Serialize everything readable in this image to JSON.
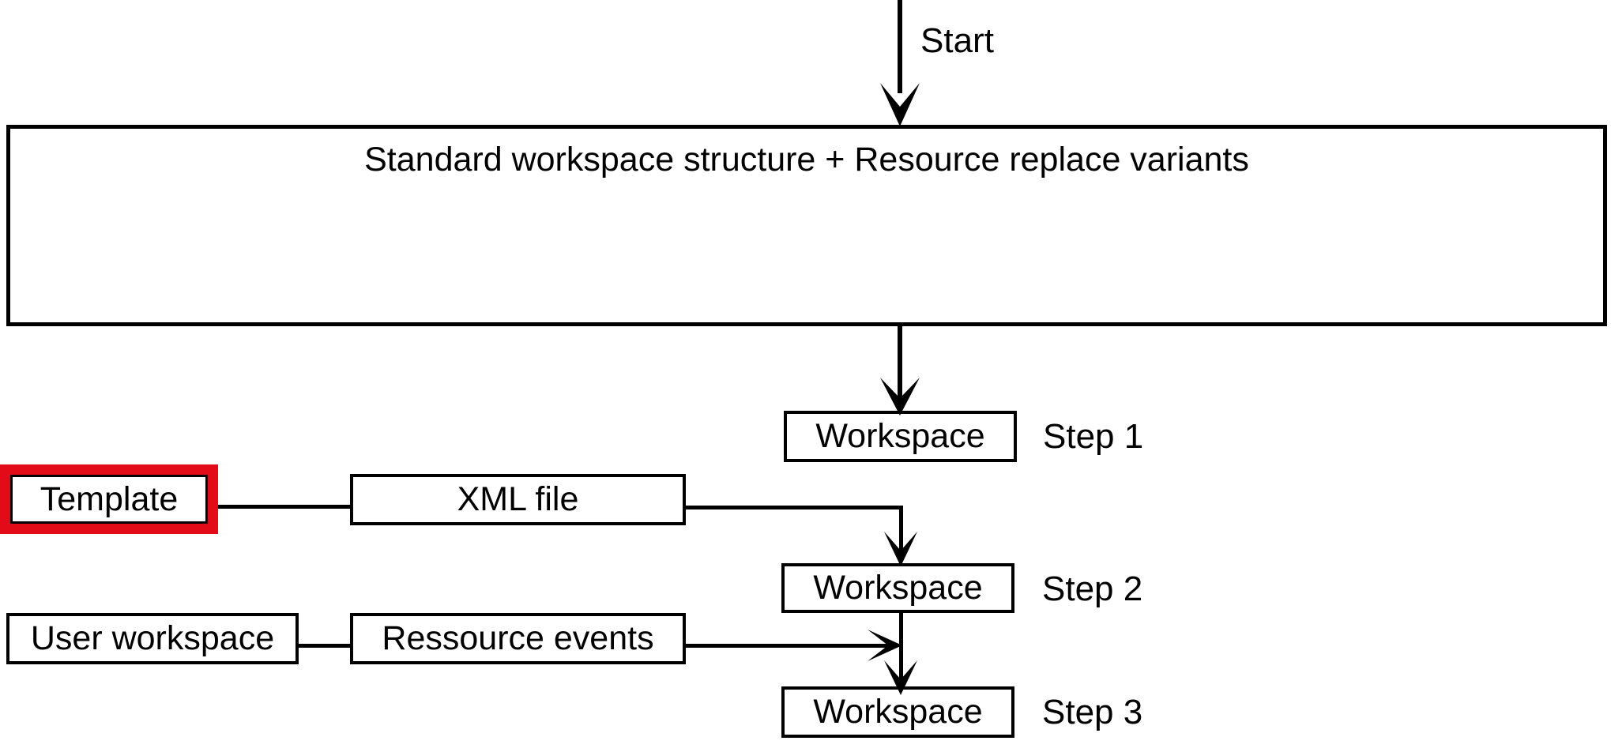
{
  "diagram": {
    "title_box": {
      "label": "Standard workspace structure + Resource replace variants"
    },
    "entry": {
      "label": "Start"
    },
    "steps": [
      {
        "box_label": "Workspace",
        "step_label": "Step 1"
      },
      {
        "box_label": "Workspace",
        "step_label": "Step 2"
      },
      {
        "box_label": "Workspace",
        "step_label": "Step 3"
      }
    ],
    "inputs": [
      {
        "source_label": "Template",
        "middle_label": "XML file",
        "highlighted": true
      },
      {
        "source_label": "User workspace",
        "middle_label": "Ressource events",
        "highlighted": false
      }
    ],
    "colors": {
      "stroke": "#000000",
      "background": "#ffffff",
      "highlight": "#e30b17"
    }
  }
}
